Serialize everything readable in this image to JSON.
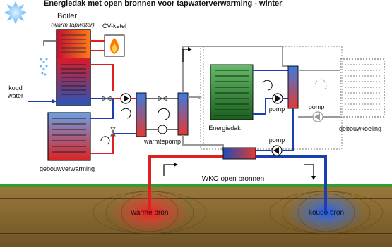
{
  "title": "Energiedak met open bronnen voor tapwaterverwarming - winter",
  "labels": {
    "boiler": "Boiler",
    "warm_tapwater": "(warm tapwater)",
    "cv_ketel": "CV-ketel",
    "koud_water_1": "koud",
    "koud_water_2": "water",
    "gebouwverwarming": "gebouwverwarming",
    "warmtepomp": "warmtepomp",
    "energiedak": "Energiedak",
    "pomp_energiedak": "pomp",
    "pomp_gebouwkoeling": "pomp",
    "gebouwkoeling": "gebouwkoeling",
    "pomp_bronnen": "pomp",
    "wko": "WKO open bronnen",
    "warme_bron": "warme bron",
    "koude_bron": "koude bron"
  },
  "colors": {
    "hot": "#e02020",
    "cold": "#1a3fb0",
    "gray_pipe": "#9a9a9a",
    "ground": "#8b6a2e",
    "grass": "#2fa02f",
    "roof_green": "#2e7d32"
  }
}
